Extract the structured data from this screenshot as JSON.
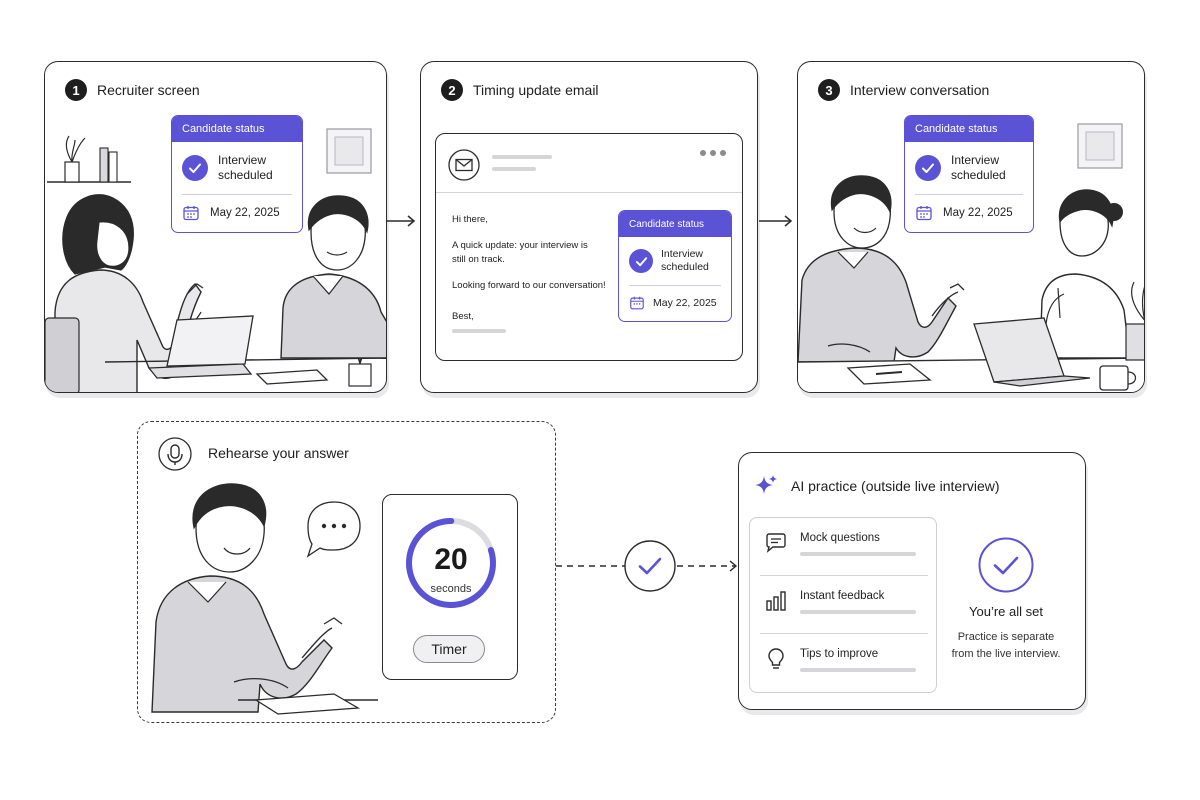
{
  "steps": [
    {
      "number": "1",
      "title": "Recruiter screen"
    },
    {
      "number": "2",
      "title": "Timing update email"
    },
    {
      "number": "3",
      "title": "Interview conversation"
    }
  ],
  "status_card": {
    "header": "Candidate status",
    "status_line1": "Interview",
    "status_line2": "scheduled",
    "date": "May 22, 2025"
  },
  "email": {
    "greeting": "Hi there,",
    "body_line1": "A quick update: your interview is",
    "body_line2": "still on track.",
    "closing_line": "Looking forward to our conversation!",
    "signoff": "Best,"
  },
  "rehearse": {
    "title": "Rehearse your answer",
    "timer_value": "20",
    "timer_unit": "seconds",
    "timer_button": "Timer",
    "timer_progress": 0.8
  },
  "ai_practice": {
    "title": "AI practice (outside live interview)",
    "items": [
      {
        "label": "Mock questions",
        "icon": "chat-bubble-icon"
      },
      {
        "label": "Instant feedback",
        "icon": "bar-chart-icon"
      },
      {
        "label": "Tips to improve",
        "icon": "lightbulb-icon"
      }
    ],
    "done_title": "You’re all set",
    "done_note_line1": "Practice is separate",
    "done_note_line2": "from the live interview."
  },
  "colors": {
    "accent": "#5b53d6",
    "outline": "#2b2b2b",
    "muted": "#d6d6d9"
  }
}
